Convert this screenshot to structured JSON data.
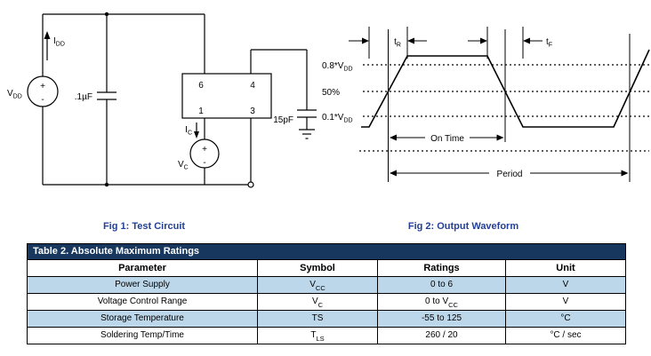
{
  "fig1": {
    "caption": "Fig 1: Test Circuit",
    "vdd_base": "V",
    "vdd_sub": "DD",
    "idd_base": "I",
    "idd_sub": "DD",
    "bypass_cap": ".1µF",
    "pin6": "6",
    "pin4": "4",
    "pin1": "1",
    "pin3": "3",
    "ic_base": "I",
    "ic_sub": "C",
    "vc_base": "V",
    "vc_sub": "C",
    "load_cap": "15pF",
    "plus": "+",
    "minus": "-"
  },
  "fig2": {
    "caption": "Fig 2: Output Waveform",
    "level_high_pre": "0.8*V",
    "level_high_sub": "DD",
    "level_mid": "50%",
    "level_low_pre": "0.1*V",
    "level_low_sub": "DD",
    "tr_base": "t",
    "tr_sub": "R",
    "tf_base": "t",
    "tf_sub": "F",
    "on_time": "On Time",
    "period": "Period"
  },
  "table": {
    "title": "Table 2. Absolute Maximum Ratings",
    "columns": [
      "Parameter",
      "Symbol",
      "Ratings",
      "Unit"
    ],
    "rows": [
      {
        "parameter": "Power Supply",
        "symbol_base": "V",
        "symbol_sub": "CC",
        "rating_pre": "0 to 6",
        "rating_base": "",
        "rating_sub": "",
        "unit": "V"
      },
      {
        "parameter": "Voltage Control Range",
        "symbol_base": "V",
        "symbol_sub": "C",
        "rating_pre": "0 to ",
        "rating_base": "V",
        "rating_sub": "CC",
        "unit": "V"
      },
      {
        "parameter": "Storage Temperature",
        "symbol_base": "TS",
        "symbol_sub": "",
        "rating_pre": "-55 to 125",
        "rating_base": "",
        "rating_sub": "",
        "unit": "°C"
      },
      {
        "parameter": "Soldering Temp/Time",
        "symbol_base": "T",
        "symbol_sub": "LS",
        "rating_pre": "260 / 20",
        "rating_base": "",
        "rating_sub": "",
        "unit": "°C / sec"
      }
    ]
  },
  "colors": {
    "caption_blue": "#233F97",
    "table_header_bg": "#17375E",
    "row_shade": "#BDD7EA",
    "border": "#000000"
  }
}
